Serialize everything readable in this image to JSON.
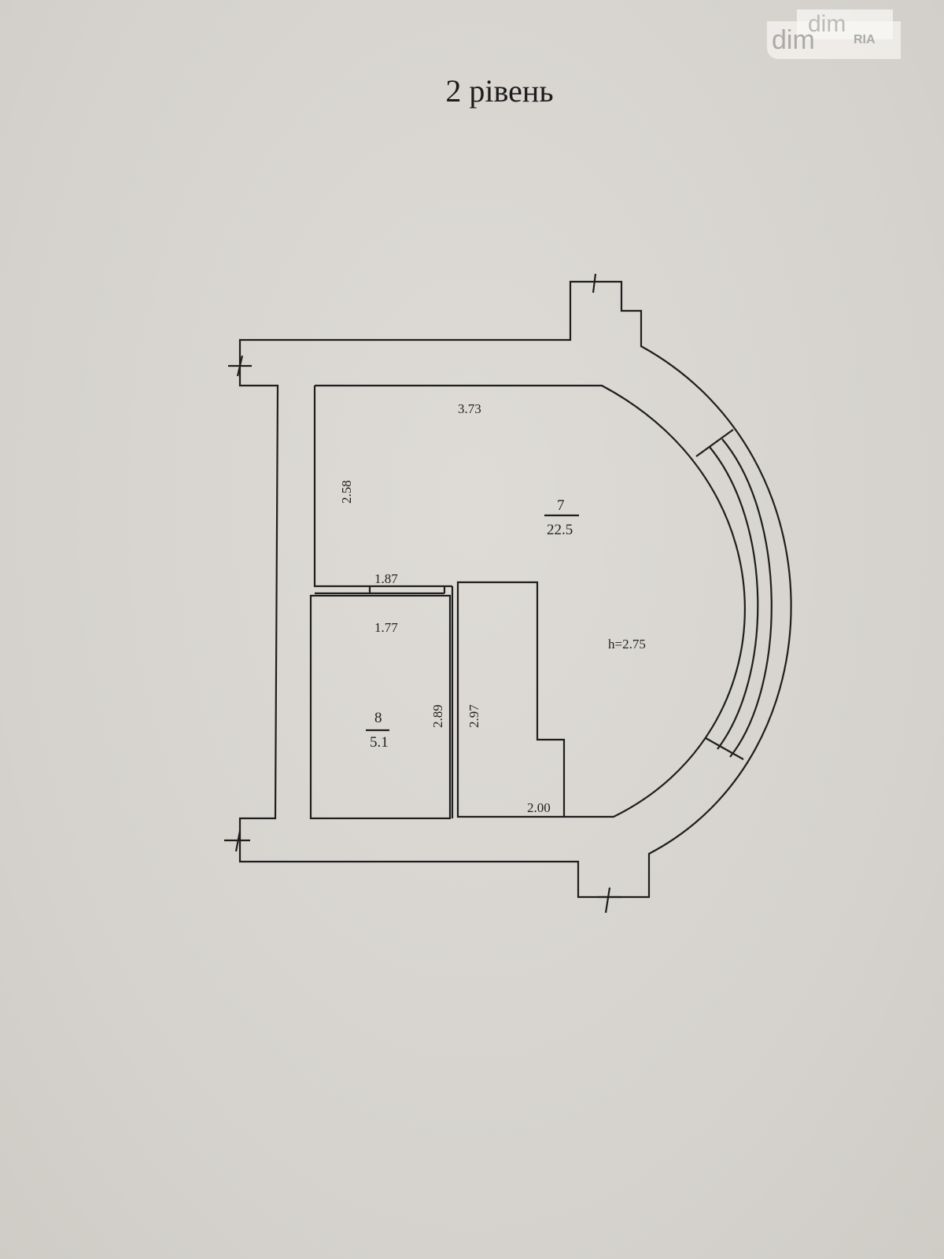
{
  "title": "2 рівень",
  "watermark": {
    "text": "dim",
    "brand": "RIA"
  },
  "rooms": [
    {
      "number": "7",
      "area": "22.5"
    },
    {
      "number": "8",
      "area": "5.1"
    }
  ],
  "dimensions": {
    "top": "3.73",
    "left": "2.58",
    "partition_top": "1.87",
    "room8_top": "1.77",
    "room8_right": "2.89",
    "closet_left": "2.97",
    "closet_bottom": "2.00",
    "height": "h=2.75"
  }
}
